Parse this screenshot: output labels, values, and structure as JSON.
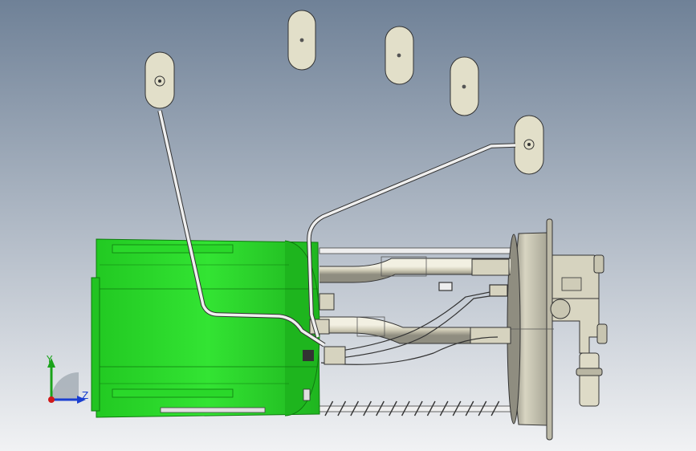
{
  "viewport": {
    "background_top": "#6f8197",
    "background_bottom": "#f1f2f4"
  },
  "colors": {
    "canister": "#2ee02e",
    "canister_dark": "#18b818",
    "canister_edge": "#0f7a0f",
    "metal": "#cfccb8",
    "metal_dark": "#9a988a",
    "float": "#e2dfc9",
    "hose": "#d4d1bd",
    "rod": "#e9e9e9",
    "outline": "#333333"
  },
  "float_arm_positions": 5,
  "triad": {
    "y_label": "Y",
    "z_label": "Z",
    "y_color": "#1aa31a",
    "z_color": "#1a3fd0",
    "origin_color": "#d01a1a"
  }
}
